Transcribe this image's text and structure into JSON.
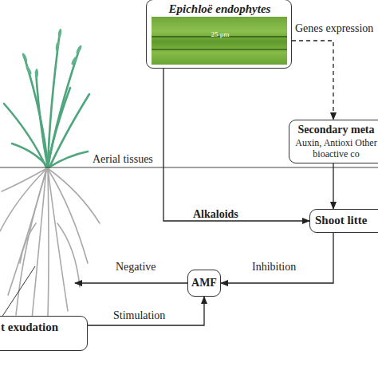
{
  "diagram": {
    "nodes": [
      {
        "text": [
          "Epichloë endophytes",
          "25 μm"
        ]
      },
      {
        "text": [
          "Secondary meta",
          "Auxin, Antioxi Other bioactive co"
        ]
      },
      {
        "text": [
          "Shoot litte"
        ]
      },
      {
        "text": [
          "AMF"
        ]
      },
      {
        "text": [
          "t exudation"
        ]
      }
    ],
    "edges": [
      {
        "from": 0,
        "to": 1,
        "arrow": "to",
        "label": "Genes expression"
      },
      {
        "from": 0,
        "to": 2,
        "arrow": "to",
        "label": "Alkaloids"
      },
      {
        "from": 1,
        "to": 2,
        "arrow": "to"
      },
      {
        "from": 2,
        "to": 3,
        "arrow": "to",
        "label": "Inhibition"
      },
      {
        "from": 4,
        "to": 3,
        "arrow": "to",
        "label": "Stimulation"
      }
    ],
    "labels": [
      "Aerial tissues",
      "Negative"
    ]
  }
}
